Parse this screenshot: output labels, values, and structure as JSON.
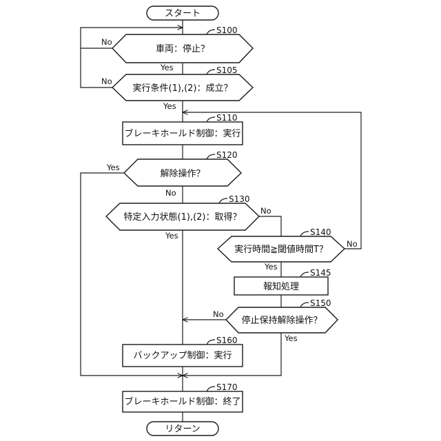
{
  "terminals": {
    "start": "スタート",
    "end": "リターン"
  },
  "steps": {
    "s100": {
      "id": "S100",
      "text": "車両：停止？"
    },
    "s105": {
      "id": "S105",
      "text": "実行条件(1),(2)：成立？"
    },
    "s110": {
      "id": "S110",
      "text": "ブレーキホールド制御：実行"
    },
    "s120": {
      "id": "S120",
      "text": "解除操作？"
    },
    "s130": {
      "id": "S130",
      "text": "特定入力状態(1),(2)：取得？"
    },
    "s140": {
      "id": "S140",
      "text": "実行時間≧閾値時間T？"
    },
    "s145": {
      "id": "S145",
      "text": "報知処理"
    },
    "s150": {
      "id": "S150",
      "text": "停止保持解除操作？"
    },
    "s160": {
      "id": "S160",
      "text": "バックアップ制御：実行"
    },
    "s170": {
      "id": "S170",
      "text": "ブレーキホールド制御：終了"
    }
  },
  "branch_labels": {
    "yes": "Yes",
    "no": "No"
  }
}
